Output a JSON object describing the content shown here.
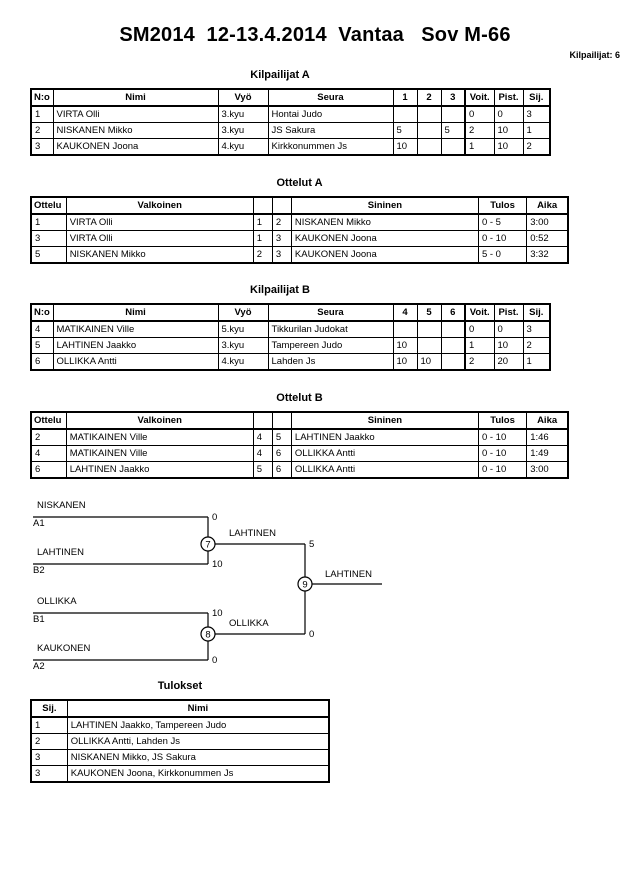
{
  "header": {
    "title": "SM2014  12-13.4.2014  Vantaa   Sov M-66",
    "competitors_label": "Kilpailijat: 6"
  },
  "pool_a": {
    "heading": "Kilpailijat A",
    "columns": [
      "N:o",
      "Nimi",
      "Vyö",
      "Seura",
      "1",
      "2",
      "3",
      "Voit.",
      "Pist.",
      "Sij."
    ],
    "rows": [
      {
        "no": "1",
        "name": "VIRTA Olli",
        "belt": "3.kyu",
        "club": "Hontai Judo",
        "m1": "",
        "m2": "",
        "m3": "",
        "wins": "0",
        "points": "0",
        "rank": "3"
      },
      {
        "no": "2",
        "name": "NISKANEN Mikko",
        "belt": "3.kyu",
        "club": "JS Sakura",
        "m1": "5",
        "m2": "",
        "m3": "5",
        "wins": "2",
        "points": "10",
        "rank": "1"
      },
      {
        "no": "3",
        "name": "KAUKONEN Joona",
        "belt": "4.kyu",
        "club": "Kirkkonummen Js",
        "m1": "10",
        "m2": "",
        "m3": "",
        "wins": "1",
        "points": "10",
        "rank": "2"
      }
    ]
  },
  "matches_a": {
    "heading": "Ottelut A",
    "columns": [
      "Ottelu",
      "Valkoinen",
      "",
      "",
      "Sininen",
      "Tulos",
      "Aika"
    ],
    "rows": [
      {
        "match": "1",
        "white": "VIRTA Olli",
        "wno": "1",
        "bno": "2",
        "blue": "NISKANEN Mikko",
        "result": "0 - 5",
        "time": "3:00"
      },
      {
        "match": "3",
        "white": "VIRTA Olli",
        "wno": "1",
        "bno": "3",
        "blue": "KAUKONEN Joona",
        "result": "0 - 10",
        "time": "0:52"
      },
      {
        "match": "5",
        "white": "NISKANEN Mikko",
        "wno": "2",
        "bno": "3",
        "blue": "KAUKONEN Joona",
        "result": "5 - 0",
        "time": "3:32"
      }
    ]
  },
  "pool_b": {
    "heading": "Kilpailijat B",
    "columns": [
      "N:o",
      "Nimi",
      "Vyö",
      "Seura",
      "4",
      "5",
      "6",
      "Voit.",
      "Pist.",
      "Sij."
    ],
    "rows": [
      {
        "no": "4",
        "name": "MATIKAINEN Ville",
        "belt": "5.kyu",
        "club": "Tikkurilan Judokat",
        "m1": "",
        "m2": "",
        "m3": "",
        "wins": "0",
        "points": "0",
        "rank": "3"
      },
      {
        "no": "5",
        "name": "LAHTINEN Jaakko",
        "belt": "3.kyu",
        "club": "Tampereen Judo",
        "m1": "10",
        "m2": "",
        "m3": "",
        "wins": "1",
        "points": "10",
        "rank": "2"
      },
      {
        "no": "6",
        "name": "OLLIKKA Antti",
        "belt": "4.kyu",
        "club": "Lahden Js",
        "m1": "10",
        "m2": "10",
        "m3": "",
        "wins": "2",
        "points": "20",
        "rank": "1"
      }
    ]
  },
  "matches_b": {
    "heading": "Ottelut B",
    "columns": [
      "Ottelu",
      "Valkoinen",
      "",
      "",
      "Sininen",
      "Tulos",
      "Aika"
    ],
    "rows": [
      {
        "match": "2",
        "white": "MATIKAINEN Ville",
        "wno": "4",
        "bno": "5",
        "blue": "LAHTINEN Jaakko",
        "result": "0 - 10",
        "time": "1:46"
      },
      {
        "match": "4",
        "white": "MATIKAINEN Ville",
        "wno": "4",
        "bno": "6",
        "blue": "OLLIKKA Antti",
        "result": "0 - 10",
        "time": "1:49"
      },
      {
        "match": "6",
        "white": "LAHTINEN Jaakko",
        "wno": "5",
        "bno": "6",
        "blue": "OLLIKKA Antti",
        "result": "0 - 10",
        "time": "3:00"
      }
    ]
  },
  "bracket": {
    "entries": [
      {
        "name": "NISKANEN",
        "seed": "A1",
        "score": "0"
      },
      {
        "name": "LAHTINEN",
        "seed": "B2",
        "score": "10"
      },
      {
        "name": "OLLIKKA",
        "seed": "B1",
        "score": "10"
      },
      {
        "name": "KAUKONEN",
        "seed": "A2",
        "score": "0"
      }
    ],
    "semifinals": [
      {
        "number": "7",
        "winner": "LAHTINEN",
        "score": "5"
      },
      {
        "number": "8",
        "winner": "OLLIKKA",
        "score": "0"
      }
    ],
    "final": {
      "number": "9",
      "winner": "LAHTINEN"
    }
  },
  "results": {
    "heading": "Tulokset",
    "columns": [
      "Sij.",
      "Nimi"
    ],
    "rows": [
      {
        "rank": "1",
        "name": "LAHTINEN Jaakko, Tampereen Judo"
      },
      {
        "rank": "2",
        "name": "OLLIKKA Antti, Lahden Js"
      },
      {
        "rank": "3",
        "name": "NISKANEN Mikko, JS Sakura"
      },
      {
        "rank": "3",
        "name": "KAUKONEN Joona, Kirkkonummen Js"
      }
    ]
  }
}
